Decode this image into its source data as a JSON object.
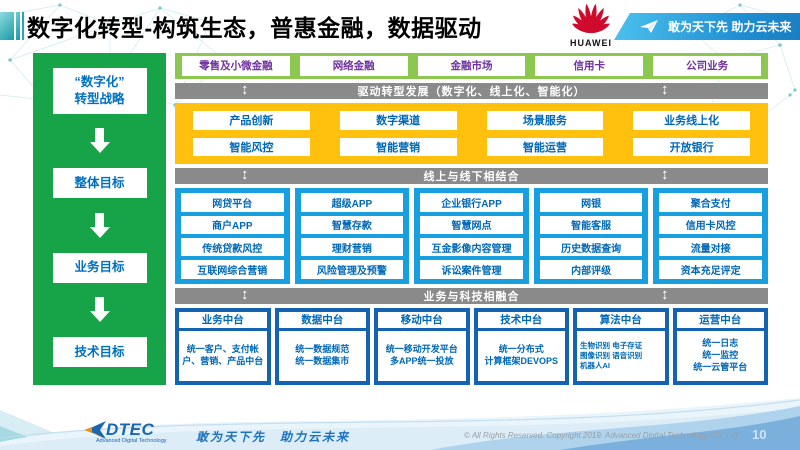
{
  "header": {
    "title": "数字化转型-构筑生态，普惠金融，数据驱动",
    "brand": "HUAWEI",
    "banner_slogan": "敢为天下先 助力云未来"
  },
  "strategy_panel": {
    "items": [
      "“数字化”\n转型战略",
      "整体目标",
      "业务目标",
      "技术目标"
    ]
  },
  "business_lines": [
    "零售及小微金融",
    "网络金融",
    "金融市场",
    "信用卡",
    "公司业务"
  ],
  "bars": {
    "drive": "驱动转型发展（数字化、线上化、智能化）",
    "online_offline": "线上与线下相结合",
    "biz_tech": "业务与科技相融合",
    "updown_arrow": "↕"
  },
  "transform_grid": {
    "row1": [
      "产品创新",
      "数字渠道",
      "场景服务",
      "业务线上化"
    ],
    "row2": [
      "智能风控",
      "智能营销",
      "智能运营",
      "开放银行"
    ]
  },
  "capability_matrix": {
    "columns": [
      [
        "网贷平台",
        "商户APP",
        "传统贷款风控",
        "互联网综合营销"
      ],
      [
        "超级APP",
        "智慧存款",
        "理财营销",
        "风险管理及预警"
      ],
      [
        "企业银行APP",
        "智慧网点",
        "互金影像内容管理",
        "诉讼案件管理"
      ],
      [
        "网银",
        "智能客服",
        "历史数据查询",
        "内部评级"
      ],
      [
        "聚合支付",
        "信用卡风控",
        "流量对接",
        "资本充足评定"
      ]
    ]
  },
  "platforms": {
    "columns": [
      {
        "title": "业务中台",
        "text": "统一客户、支付帐户、营销、产品中台"
      },
      {
        "title": "数据中台",
        "text": "统一数据规范\n统一数据集市"
      },
      {
        "title": "移动中台",
        "text": "统一移动开发平台\n多APP统一投放"
      },
      {
        "title": "技术中台",
        "text": "统一分布式\n计算框架DEVOPS"
      },
      {
        "title": "算法中台",
        "text": "生物识别 电子存证\n图像识别 语音识别\n机器人AI"
      },
      {
        "title": "运营中台",
        "text": "统一日志\n统一监控\n统一云管平台"
      }
    ]
  },
  "footer": {
    "logo_word": "DTEC",
    "logo_sub": "Advanced Digital Technology",
    "slogan": "敢为天下先　助力云未来",
    "copyright": "© All Rights Reserved. Copyright 2019. Advanced Digital Technology CO.,Ltd",
    "page_number": "10"
  },
  "colors": {
    "strategy_green": "#17a449",
    "business_green": "#8cc84f",
    "bar_gray": "#8a8a8a",
    "transform_yellow": "#ffc10d",
    "matrix_blue": "#189fe0",
    "platform_blue": "#1463b2",
    "text_blue": "#0068b7",
    "text_purple": "#7030a0",
    "huawei_red": "#cf0a2c",
    "banner_blue": "#1f8dd1"
  }
}
